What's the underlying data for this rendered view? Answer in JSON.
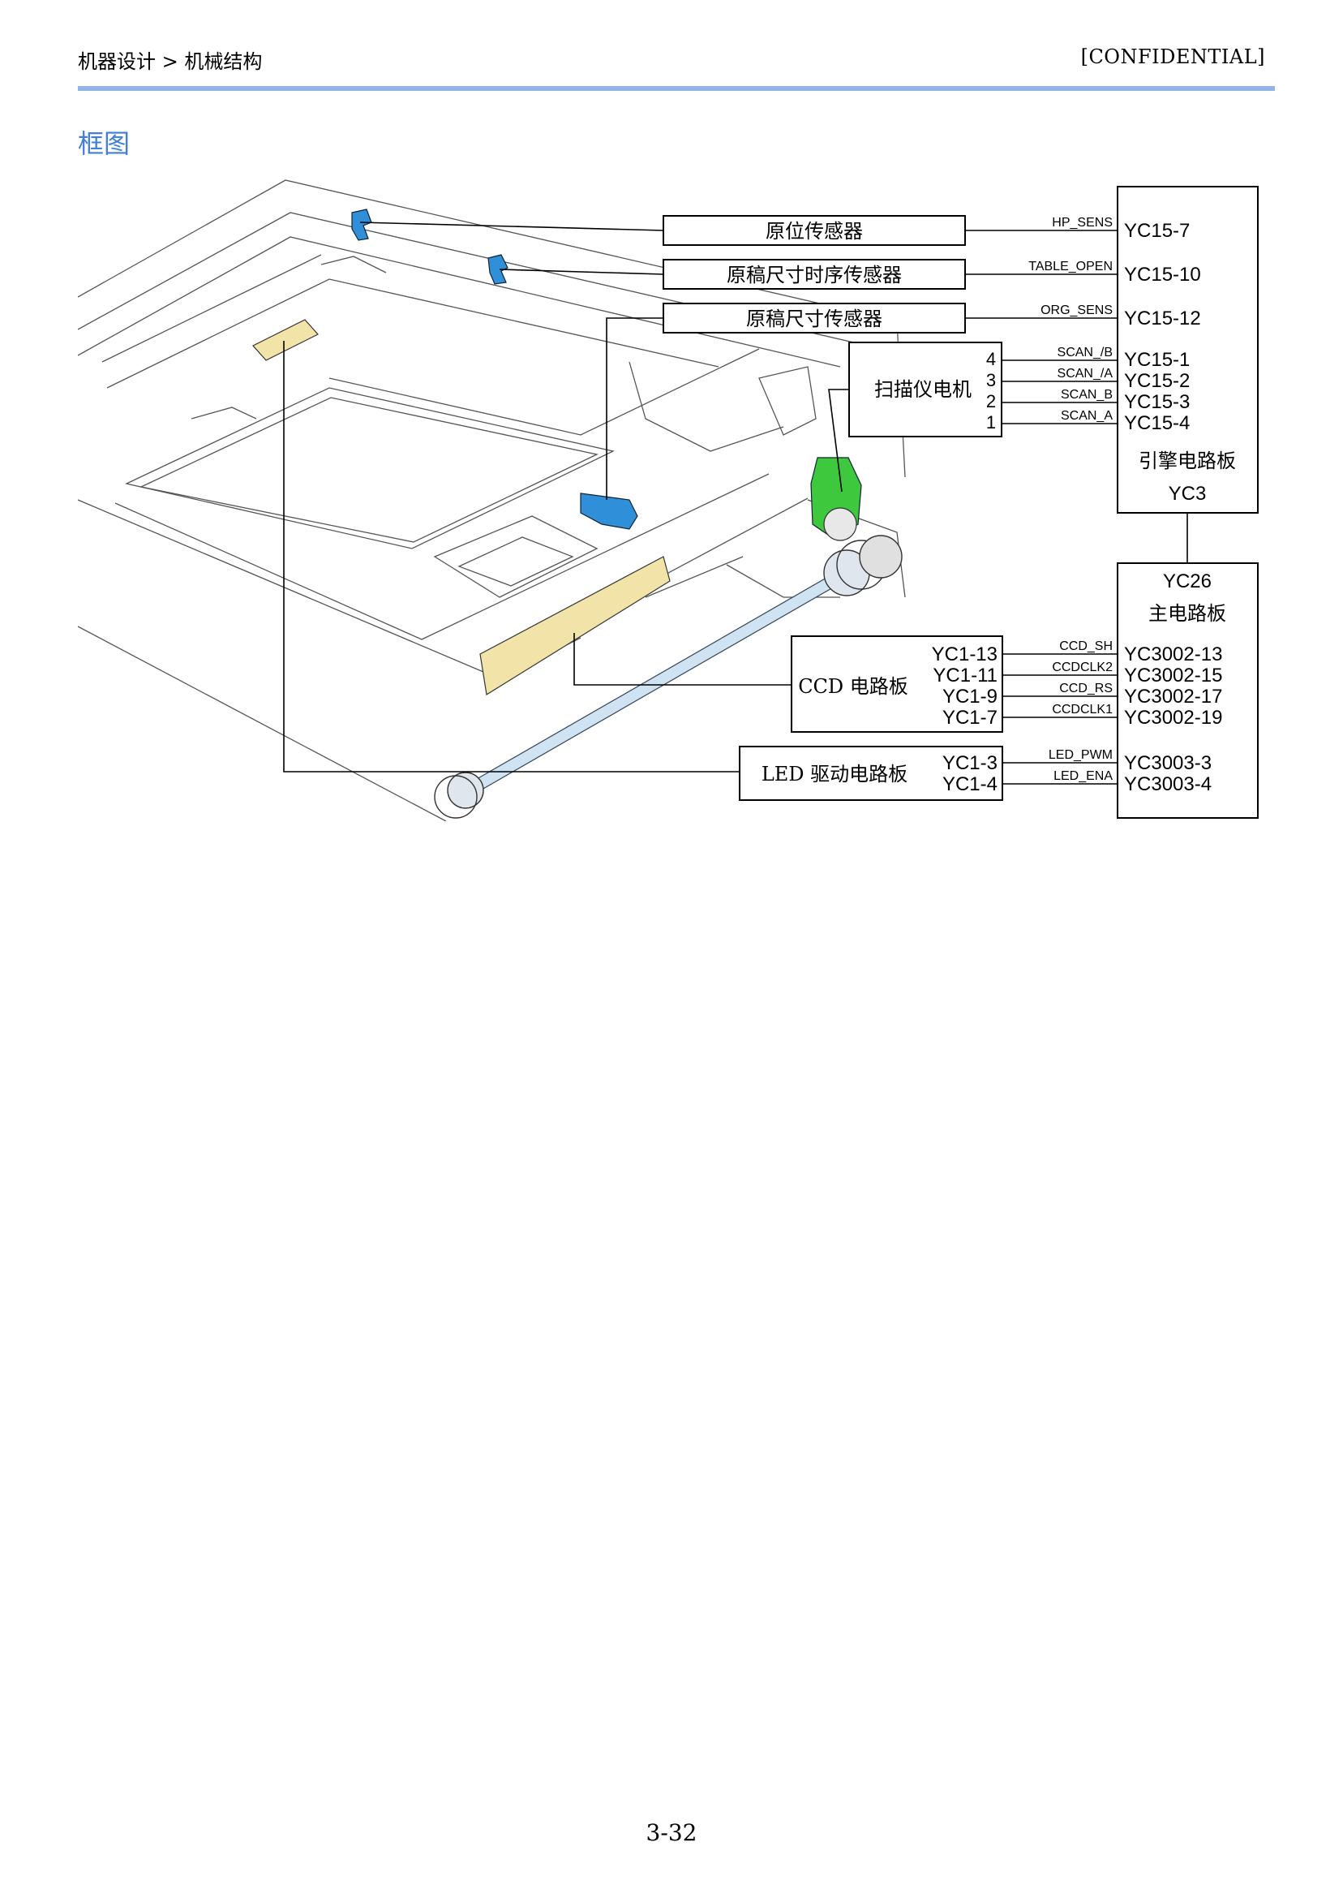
{
  "header": {
    "breadcrumb": "机器设计 > 机械结构",
    "confidential": "[CONFIDENTIAL]"
  },
  "section_title": "框图",
  "colors": {
    "rule": "#93b4e6",
    "title": "#3f7fd6",
    "sensor_blue": "#2f8fd8",
    "motor_green": "#3ec83e",
    "pcb_yellow": "#f2e3a8",
    "shaft_blue": "#cfe3f3"
  },
  "diagram": {
    "components": {
      "hp_sensor": "原位传感器",
      "table_open_sensor": "原稿尺寸时序传感器",
      "org_size_sensor": "原稿尺寸传感器",
      "scanner_motor": "扫描仪电机",
      "ccd_board": "CCD 电路板",
      "led_board": "LED 驱动电路板"
    },
    "motor_pins": [
      "4",
      "3",
      "2",
      "1"
    ],
    "engine_board": {
      "pins": [
        "YC15-7",
        "YC15-10",
        "YC15-12",
        "YC15-1",
        "YC15-2",
        "YC15-3",
        "YC15-4"
      ],
      "name": "引擎电路板",
      "connector": "YC3"
    },
    "main_board": {
      "connector": "YC26",
      "name": "主电路板",
      "pins": [
        "YC3002-13",
        "YC3002-15",
        "YC3002-17",
        "YC3002-19",
        "YC3003-3",
        "YC3003-4"
      ]
    },
    "signals": {
      "hp_sens": "HP_SENS",
      "table_open": "TABLE_OPEN",
      "org_sens": "ORG_SENS",
      "scan_nb": "SCAN_/B",
      "scan_na": "SCAN_/A",
      "scan_b": "SCAN_B",
      "scan_a": "SCAN_A",
      "ccd_sh": "CCD_SH",
      "ccdclk2": "CCDCLK2",
      "ccd_rs": "CCD_RS",
      "ccdclk1": "CCDCLK1",
      "led_pwm": "LED_PWM",
      "led_ena": "LED_ENA"
    },
    "ccd_pins": [
      "YC1-13",
      "YC1-11",
      "YC1-9",
      "YC1-7"
    ],
    "led_pins": [
      "YC1-3",
      "YC1-4"
    ]
  },
  "page_number": "3-32"
}
